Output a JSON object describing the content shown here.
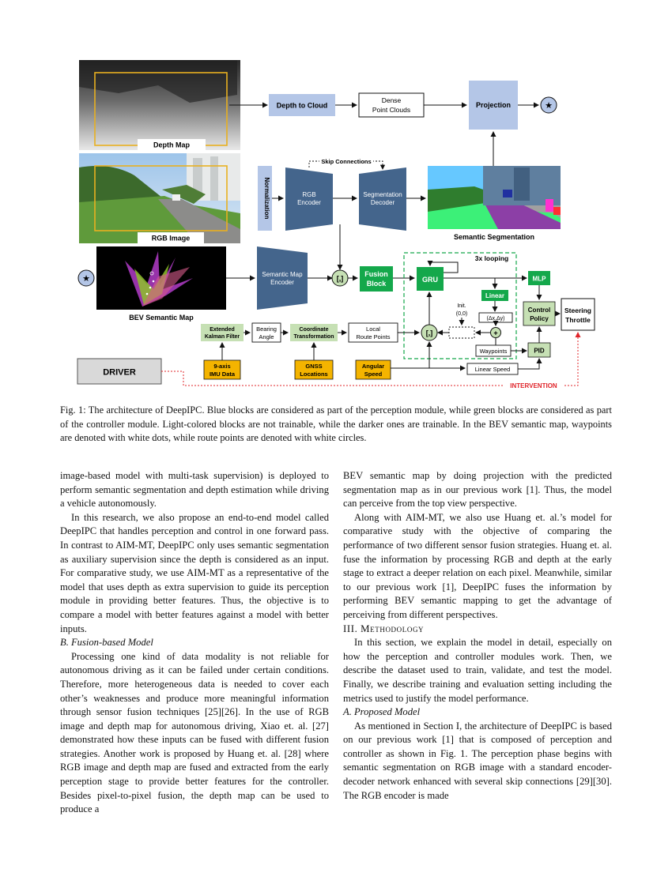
{
  "figure": {
    "labels": {
      "depth_map": "Depth Map",
      "rgb_image": "RGB Image",
      "bev_semantic_map": "BEV Semantic Map",
      "semantic_segmentation": "Semantic Segmentation",
      "depth_to_cloud": "Depth to Cloud",
      "dense_point_clouds_1": "Dense",
      "dense_point_clouds_2": "Point Clouds",
      "projection": "Projection",
      "star": "★",
      "normalization": "Normalization",
      "skip_connections": "Skip Connections",
      "rgb_encoder_1": "RGB",
      "rgb_encoder_2": "Encoder",
      "seg_decoder_1": "Segmentation",
      "seg_decoder_2": "Decoder",
      "sem_map_encoder_1": "Semantic Map",
      "sem_map_encoder_2": "Encoder",
      "concat": "[,]",
      "fusion_block_1": "Fusion",
      "fusion_block_2": "Block",
      "looping": "3x looping",
      "gru": "GRU",
      "mlp": "MLP",
      "linear": "Linear",
      "init_1": "Init.",
      "init_2": "(0,0)",
      "delta": "(Δx,Δy)",
      "plus": "+",
      "waypoints": "Waypoints",
      "control_policy_1": "Control",
      "control_policy_2": "Policy",
      "steering_1": "Steering",
      "steering_2": "Throttle",
      "pid": "PID",
      "ekf_1": "Extended",
      "ekf_2": "Kalman Filter",
      "bearing_1": "Bearing",
      "bearing_2": "Angle",
      "coord_1": "Coordinate",
      "coord_2": "Transformation",
      "local_1": "Local",
      "local_2": "Route Points",
      "imu_1": "9-axis",
      "imu_2": "IMU Data",
      "gnss_1": "GNSS",
      "gnss_2": "Locations",
      "angular_1": "Angular",
      "angular_2": "Speed",
      "linear_speed": "Linear Speed",
      "driver": "DRIVER",
      "intervention": "INTERVENTION"
    },
    "colors": {
      "blue_light": "#b4c6e7",
      "blue_dark": "#44658c",
      "green_light": "#c6e0b4",
      "green_dark": "#14a84b",
      "yellow": "#f4b400",
      "red": "#e0242a"
    }
  },
  "caption": "Fig. 1: The architecture of DeepIPC. Blue blocks are considered as part of the perception module, while green blocks are considered as part of the controller module. Light-colored blocks are not trainable, while the darker ones are trainable. In the BEV semantic map, waypoints are denoted with white dots, while route points are denoted with white circles.",
  "left_column": {
    "p1": "image-based model with multi-task supervision) is deployed to perform semantic segmentation and depth estimation while driving a vehicle autonomously.",
    "p2": "In this research, we also propose an end-to-end model called DeepIPC that handles perception and control in one forward pass. In contrast to AIM-MT, DeepIPC only uses semantic segmentation as auxiliary supervision since the depth is considered as an input. For comparative study, we use AIM-MT as a representative of the model that uses depth as extra supervision to guide its perception module in providing better features. Thus, the objective is to compare a model with better features against a model with better inputs.",
    "subhead": "B. Fusion-based Model",
    "p3": "Processing one kind of data modality is not reliable for autonomous driving as it can be failed under certain conditions. Therefore, more heterogeneous data is needed to cover each other’s weaknesses and produce more meaningful information through sensor fusion techniques [25][26]. In the use of RGB image and depth map for autonomous driving, Xiao et. al. [27] demonstrated how these inputs can be fused with different fusion strategies. Another work is proposed by Huang et. al. [28] where RGB image and depth map are fused and extracted from the early perception stage to provide better features for the controller. Besides pixel-to-pixel fusion, the depth map can be used to produce a"
  },
  "right_column": {
    "p1": "BEV semantic map by doing projection with the predicted segmentation map as in our previous work [1]. Thus, the model can perceive from the top view perspective.",
    "p2": "Along with AIM-MT, we also use Huang et. al.’s model for comparative study with the objective of comparing the performance of two different sensor fusion strategies. Huang et. al. fuse the information by processing RGB and depth at the early stage to extract a deeper relation on each pixel. Meanwhile, similar to our previous work [1], DeepIPC fuses the information by performing BEV semantic mapping to get the advantage of perceiving from different perspectives.",
    "section": "III. Methodology",
    "p3": "In this section, we explain the model in detail, especially on how the perception and controller modules work. Then, we describe the dataset used to train, validate, and test the model. Finally, we describe training and evaluation setting including the metrics used to justify the model performance.",
    "subhead": "A. Proposed Model",
    "p4": "As mentioned in Section I, the architecture of DeepIPC is based on our previous work [1] that is composed of perception and controller as shown in Fig. 1. The perception phase begins with semantic segmentation on RGB image with a standard encoder-decoder network enhanced with several skip connections [29][30]. The RGB encoder is made"
  }
}
